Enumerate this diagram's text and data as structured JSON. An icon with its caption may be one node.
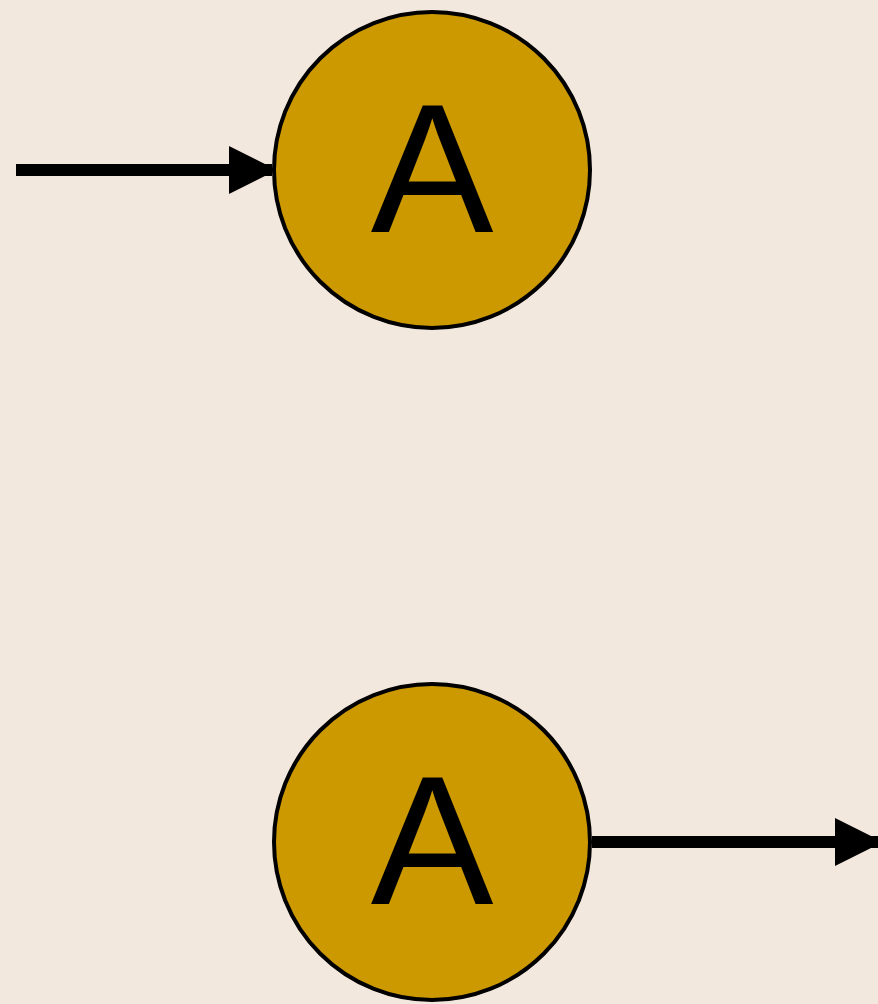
{
  "diagram": {
    "nodes": [
      {
        "text": [
          "A"
        ]
      },
      {
        "text": [
          "A"
        ]
      }
    ],
    "edges": [
      {
        "from": null,
        "to": 0,
        "arrow": "to"
      },
      {
        "from": 1,
        "to": null,
        "arrow": "to"
      }
    ]
  }
}
